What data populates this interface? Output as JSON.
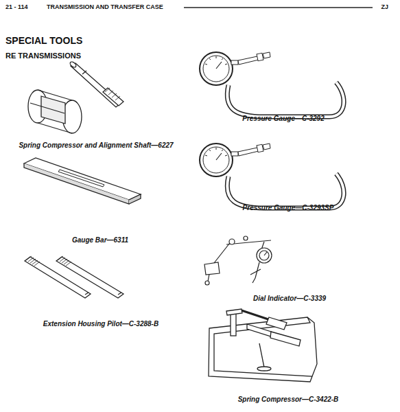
{
  "diagram": {
    "title": "SPECIAL TOOLS",
    "labels": [
      "21 - 114",
      "TRANSMISSION AND TRANSFER CASE",
      "ZJ",
      "RE TRANSMISSIONS",
      "Spring Compressor and Alignment Shaft—6227",
      "Pressure Gauge—C-3292",
      "Gauge Bar—6311",
      "Pressure Gauge—C-3293SP",
      "Extension Housing Pilot—C-3288-B",
      "Dial Indicator—C-3339",
      "Spring Compressor—C-3422-B"
    ]
  }
}
